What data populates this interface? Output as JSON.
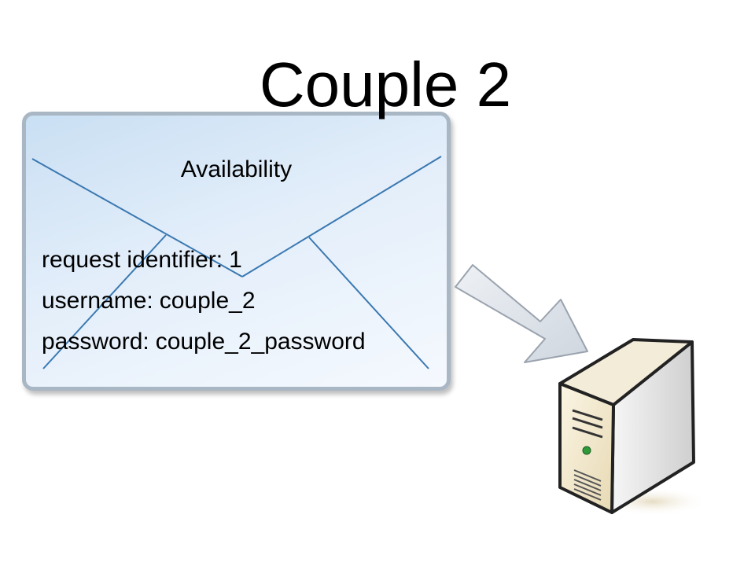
{
  "slide": {
    "title": "Couple 2"
  },
  "message": {
    "title": "Availability",
    "fields": [
      {
        "label": "request identifier:",
        "value": "1"
      },
      {
        "label": "username:",
        "value": "couple_2"
      },
      {
        "label": "password:",
        "value": "couple_2_password"
      }
    ]
  },
  "icons": {
    "envelope": "envelope-icon",
    "arrow": "arrow-right-down-icon",
    "server": "server-tower-icon"
  },
  "colors": {
    "envelope_fill": "#d7e7f7",
    "envelope_border": "#a9b6c3",
    "envelope_lines": "#3a78b0",
    "arrow_fill": "#dde2ea",
    "server_body": "#f3e9cf",
    "server_frame": "#222222",
    "power_led": "#2e9a3a"
  }
}
